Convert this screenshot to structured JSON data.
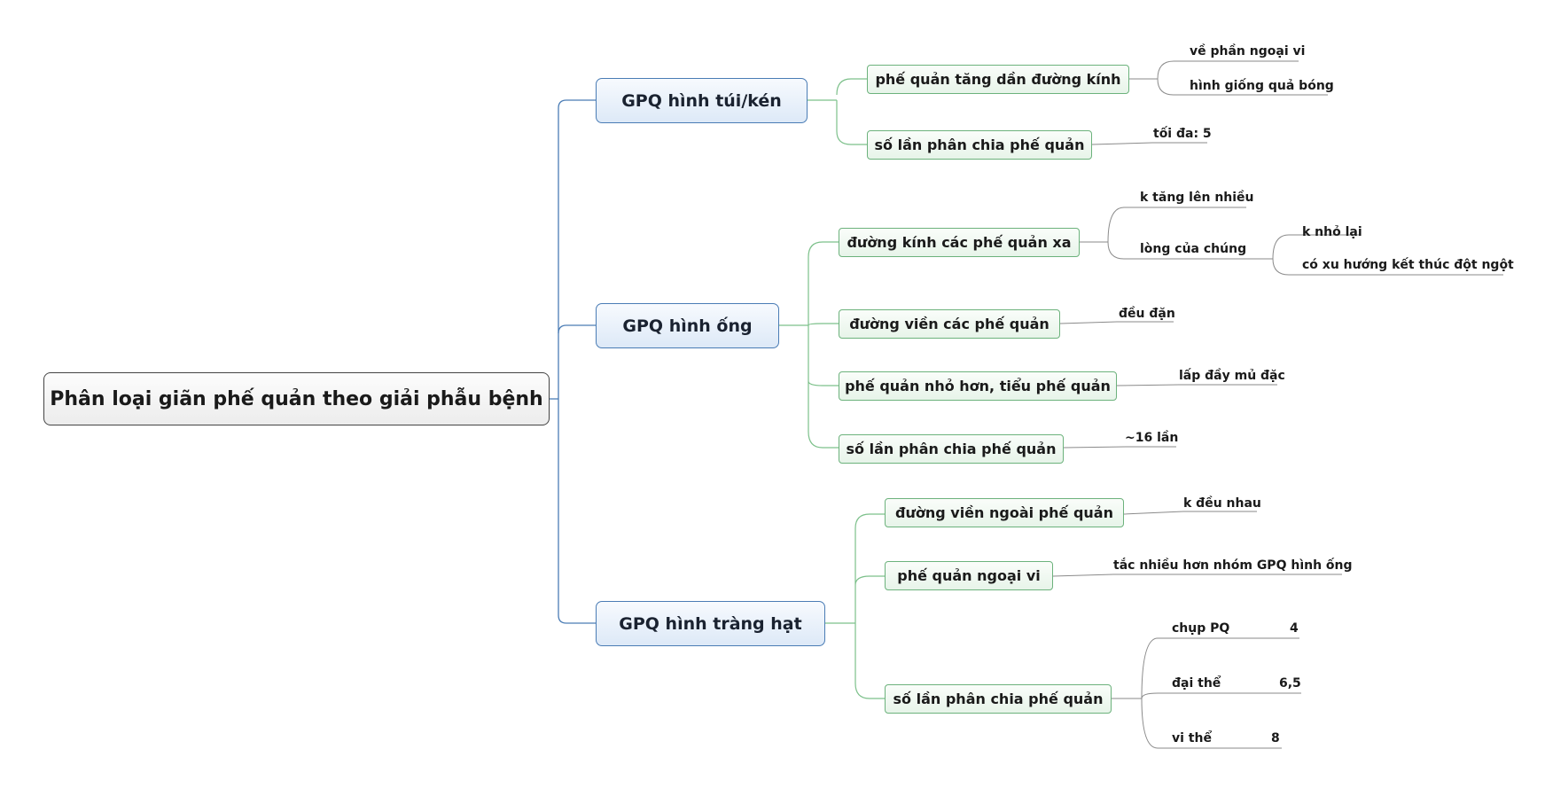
{
  "root": "Phân loại giãn phế quản theo giải phẫu bệnh",
  "branches": [
    {
      "label": "GPQ hình túi/kén",
      "items": [
        {
          "label": "phế quản tăng dần đường kính",
          "details": [
            "về phần ngoại vi",
            "hình giống quả bóng"
          ]
        },
        {
          "label": "số lần phân chia phế quản",
          "details": [
            "tối đa: 5"
          ]
        }
      ]
    },
    {
      "label": "GPQ hình ống",
      "items": [
        {
          "label": "đường kính các phế quản xa",
          "details": [
            "k tăng lên nhiều",
            "lòng của chúng"
          ],
          "subdetails": [
            "k nhỏ lại",
            "có xu hướng kết thúc đột ngột"
          ]
        },
        {
          "label": "đường viền các phế quản",
          "details": [
            "đều đặn"
          ]
        },
        {
          "label": "phế quản nhỏ hơn, tiểu phế quản",
          "details": [
            "lấp đầy mủ đặc"
          ]
        },
        {
          "label": "số lần phân chia phế quản",
          "details": [
            "~16 lần"
          ]
        }
      ]
    },
    {
      "label": "GPQ hình tràng hạt",
      "items": [
        {
          "label": "đường viền ngoài phế quản",
          "details": [
            "k đều nhau"
          ]
        },
        {
          "label": "phế quản ngoại vi",
          "details": [
            "tắc nhiều hơn nhóm GPQ hình ống"
          ]
        },
        {
          "label": "số lần phân chia phế quản",
          "details": [
            {
              "label": "chụp PQ",
              "value": "4"
            },
            {
              "label": "đại thể",
              "value": "6,5"
            },
            {
              "label": "vi thể",
              "value": "8"
            }
          ]
        }
      ]
    }
  ],
  "colors": {
    "root_border": "#444444",
    "main_border": "#4a7cb5",
    "sub_border": "#6cb27c",
    "main_line": "#4a7cb5",
    "sub_line": "#7cc08a",
    "leaf_line": "#888888"
  }
}
